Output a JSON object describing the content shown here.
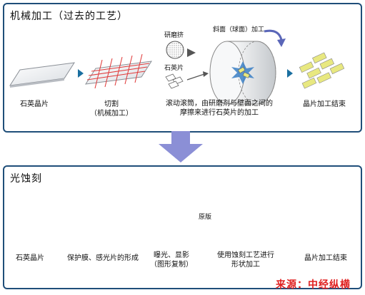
{
  "top_panel": {
    "title": "机械加工（过去的工艺）",
    "steps": [
      {
        "label": "石英晶片"
      },
      {
        "label": "切割\n（机械加工）"
      },
      {
        "label": "滚动滚筒，由研磨剂与壁面之间的\n摩擦来进行石英片的加工"
      },
      {
        "label": "晶片加工结束"
      }
    ],
    "labels": {
      "abrasive": "研磨挤",
      "quartz_pieces": "石英片",
      "drum": "斜面（球面）加工"
    }
  },
  "bottom_panel": {
    "title": "光蚀刻",
    "steps": [
      {
        "label": "石英晶片"
      },
      {
        "label": "保护膜、感光片的形成"
      },
      {
        "label": "曝光、显影\n（图形复制）"
      },
      {
        "label": "使用蚀刻工艺进行\n形状加工"
      },
      {
        "label": "晶片加工结束"
      }
    ],
    "labels": {
      "mask": "原版"
    }
  },
  "source": "来源：中经纵横",
  "colors": {
    "border": "#1f4e79",
    "arrow": "#1a6fa0",
    "big_arrow": "#8b8fd6",
    "source": "#e02020",
    "chip": "#e8e880"
  }
}
